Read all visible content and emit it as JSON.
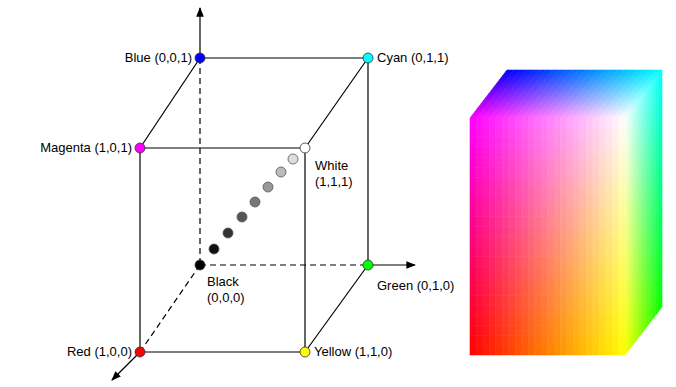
{
  "diagram": {
    "labels": [
      "Blue (0,0,1)",
      "Cyan (0,1,1)",
      "Magenta (1,0,1)",
      "White (1,1,1)",
      "Black (0,0,0)",
      "Green (0,1,0)",
      "Red (1,0,0)",
      "Yellow (1,1,0)"
    ]
  }
}
